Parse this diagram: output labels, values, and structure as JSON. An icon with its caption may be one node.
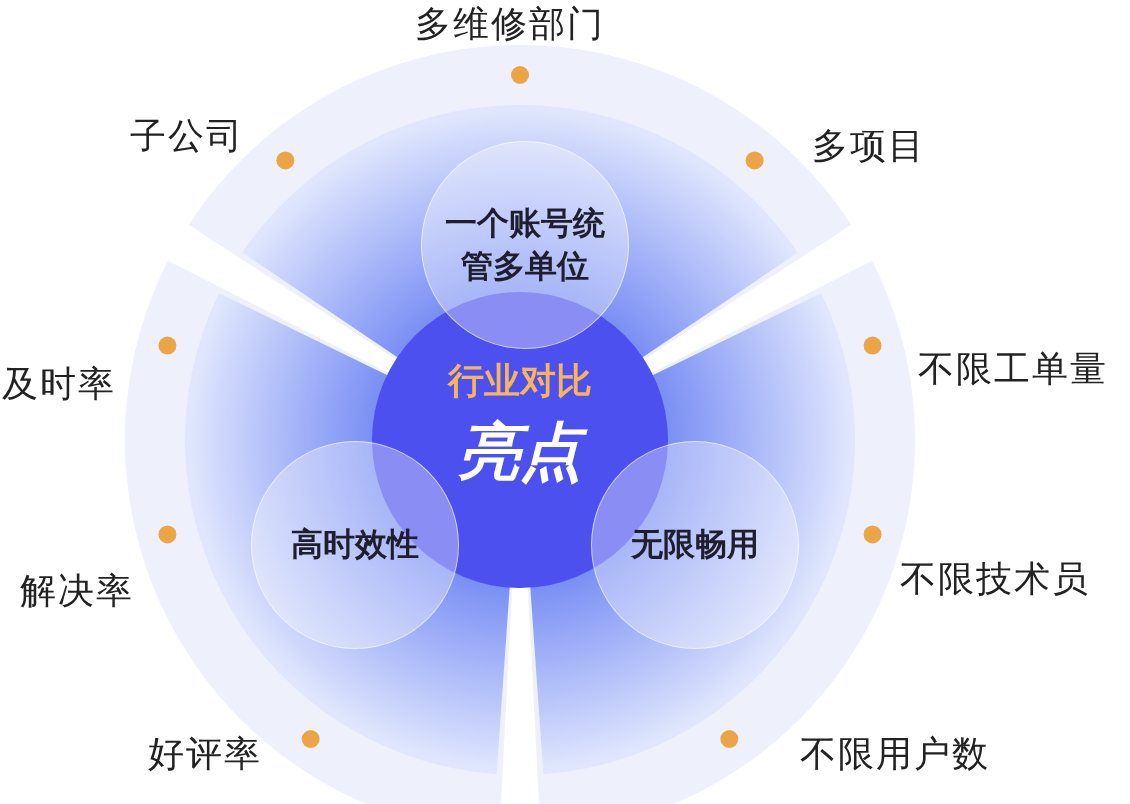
{
  "diagram": {
    "nodes": [
      {
        "text": [
          "行业对比",
          "亮点"
        ]
      },
      {
        "text": [
          "一个账号统管多单位"
        ]
      },
      {
        "text": [
          "高时效性"
        ]
      },
      {
        "text": [
          "无限畅用"
        ]
      }
    ],
    "labels": [
      "多维修部门",
      "子公司",
      "多项目",
      "及时率",
      "不限工单量",
      "解决率",
      "不限技术员",
      "好评率",
      "不限用户数"
    ]
  }
}
